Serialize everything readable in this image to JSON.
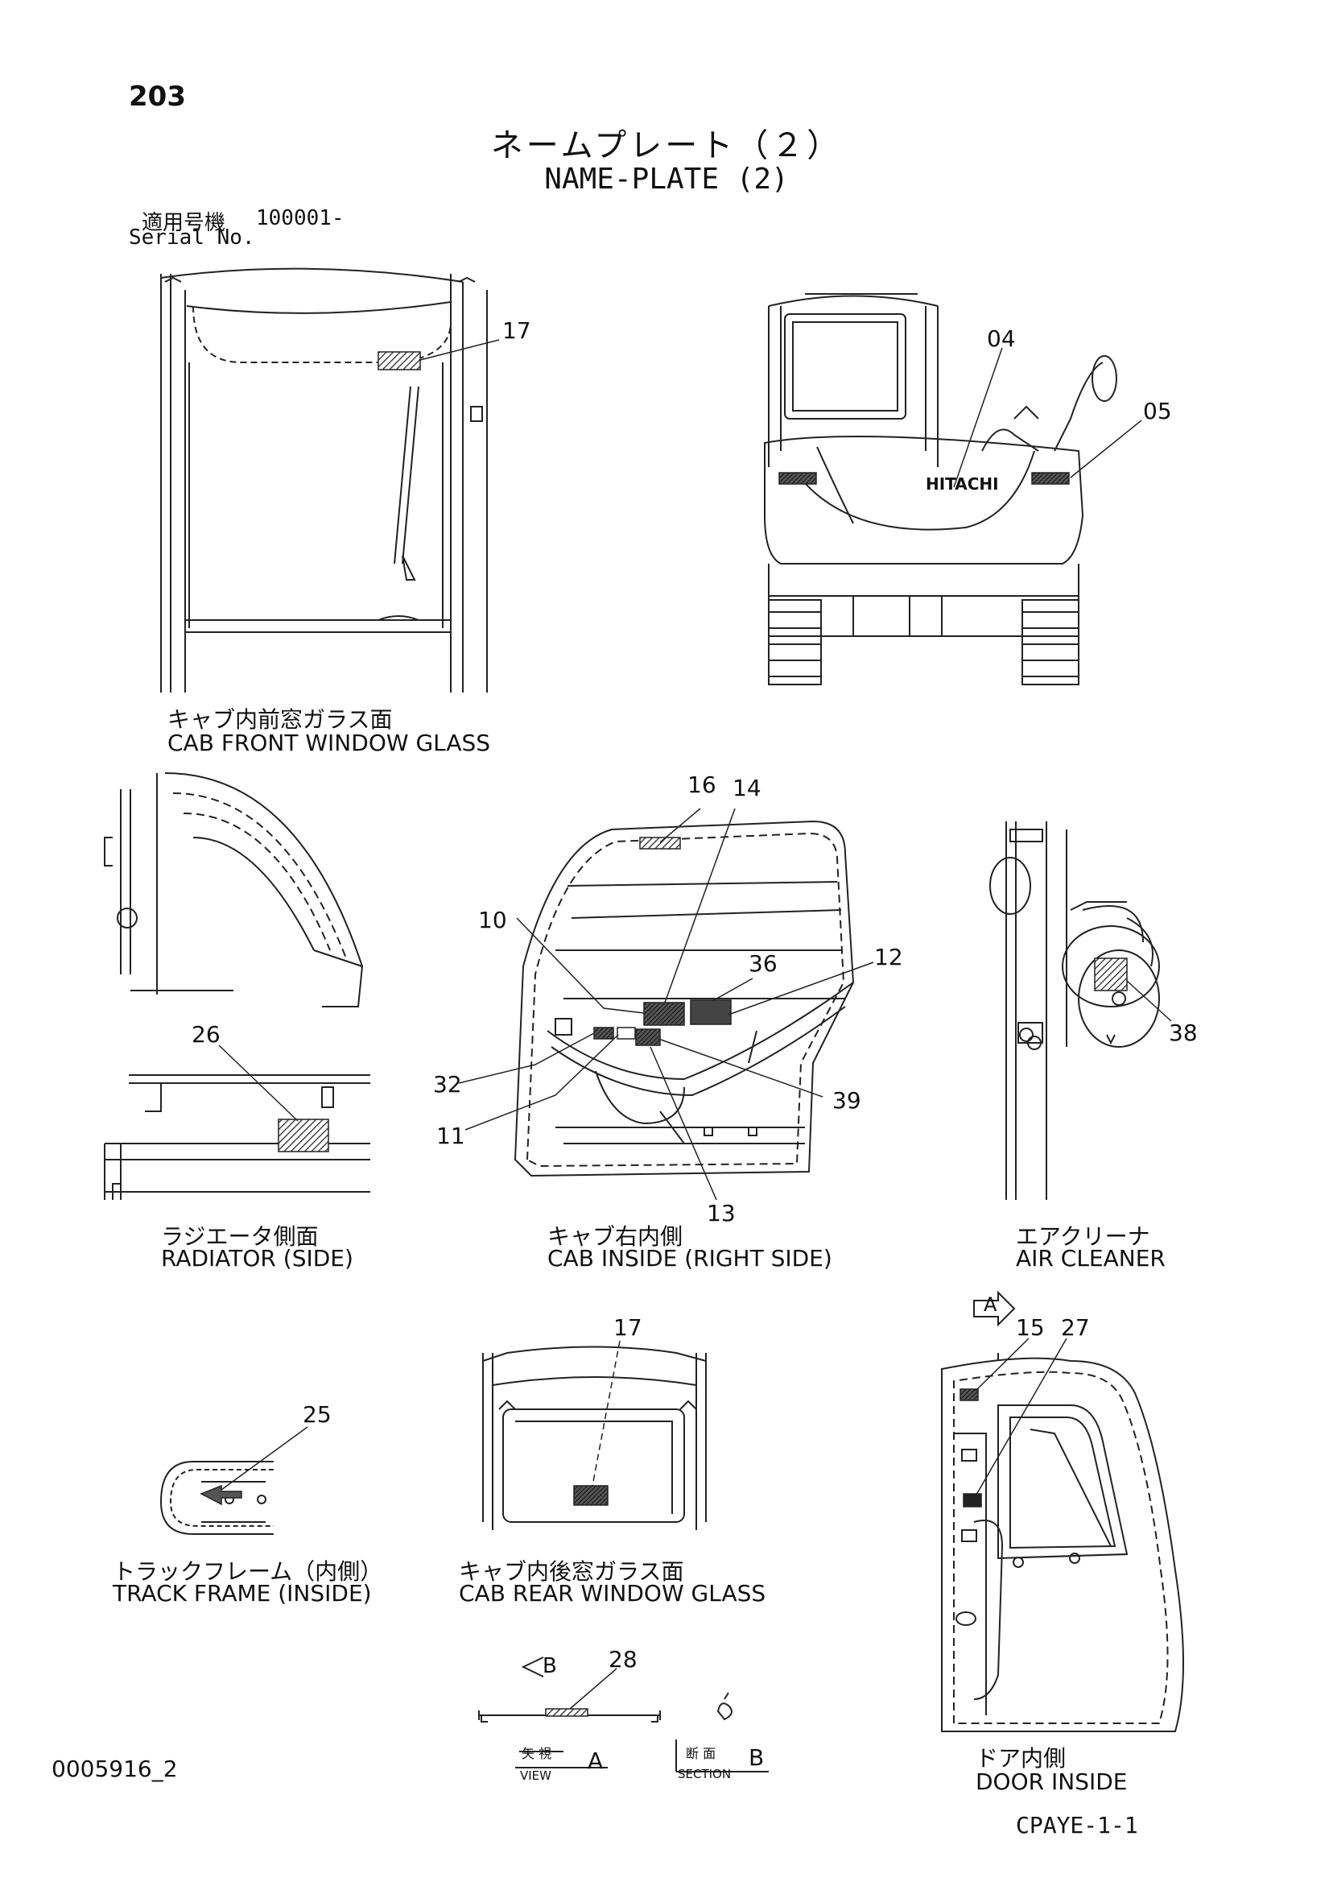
{
  "page": {
    "number": "203",
    "title_jp": "ネームプレート（２）",
    "title_en": "NAME-PLATE (2)",
    "serial_label_jp": "適用号機",
    "serial_value": "100001-",
    "serial_label_en": "Serial No.",
    "doc_id": "0005916_2",
    "doc_code": "CPAYE-1-1"
  },
  "views": [
    {
      "id": "cab-front-window",
      "caption_jp": "キャブ内前窓ガラス面",
      "caption_en": "CAB FRONT WINDOW GLASS",
      "callouts": [
        "17"
      ]
    },
    {
      "id": "machine-rear",
      "caption_jp": "",
      "caption_en": "",
      "callouts": [
        "04",
        "05"
      ],
      "brand": "HITACHI"
    },
    {
      "id": "radiator-side",
      "caption_jp": "ラジエータ側面",
      "caption_en": "RADIATOR (SIDE)",
      "callouts": [
        "26"
      ]
    },
    {
      "id": "cab-inside-right",
      "caption_jp": "キャブ右内側",
      "caption_en": "CAB INSIDE (RIGHT SIDE)",
      "callouts": [
        "16",
        "14",
        "10",
        "36",
        "12",
        "32",
        "11",
        "39",
        "13"
      ]
    },
    {
      "id": "air-cleaner",
      "caption_jp": "エアクリーナ",
      "caption_en": "AIR CLEANER",
      "callouts": [
        "38"
      ]
    },
    {
      "id": "track-frame",
      "caption_jp": "トラックフレーム（内側）",
      "caption_en": "TRACK FRAME (INSIDE)",
      "callouts": [
        "25"
      ]
    },
    {
      "id": "cab-rear-window",
      "caption_jp": "キャブ内後窓ガラス面",
      "caption_en": "CAB REAR WINDOW GLASS",
      "callouts": [
        "17"
      ]
    },
    {
      "id": "door-inside",
      "caption_jp": "ドア内側",
      "caption_en": "DOOR INSIDE",
      "callouts": [
        "15",
        "27"
      ],
      "view_marker": "A"
    },
    {
      "id": "section-b",
      "caption_jp": "",
      "caption_en": "",
      "callouts": [
        "28"
      ],
      "section_marker": "B"
    }
  ],
  "legend": {
    "view": {
      "label_jp": "矢 視",
      "label_en": "VIEW",
      "letter": "A"
    },
    "section": {
      "label_jp": "断 面",
      "label_en": "SECTION",
      "letter": "B"
    }
  }
}
